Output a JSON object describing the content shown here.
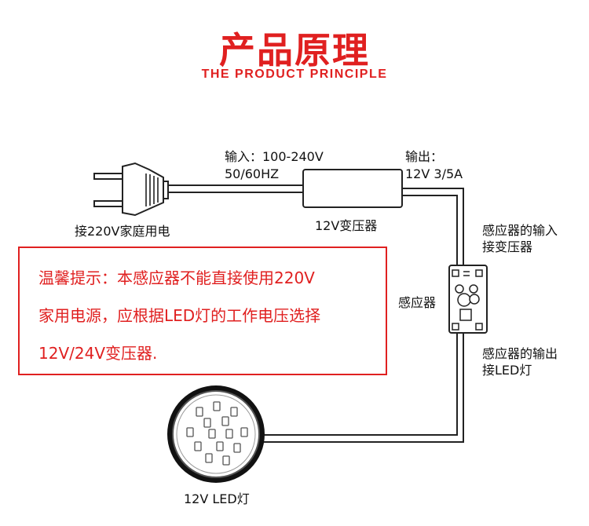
{
  "header": {
    "title": "产品原理",
    "subtitle": "THE PRODUCT PRINCIPLE"
  },
  "labels": {
    "input_line1": "输入：100-240V",
    "input_line2": "50/60HZ",
    "output_line1": "输出：",
    "output_line2": "12V 3/5A",
    "transformer": "12V变压器",
    "plug": "接220V家庭用电",
    "sensor_in_line1": "感应器的输入",
    "sensor_in_line2": "接变压器",
    "sensor": "感应器",
    "sensor_out_line1": "感应器的输出",
    "sensor_out_line2": "接LED灯",
    "led": "12V LED灯"
  },
  "warning": {
    "line1": "温馨提示：本感应器不能直接使用220V",
    "line2": "家用电源，应根据LED灯的工作电压选择",
    "line3": "12V/24V变压器."
  },
  "colors": {
    "accent": "#e02020",
    "line": "#222222"
  }
}
